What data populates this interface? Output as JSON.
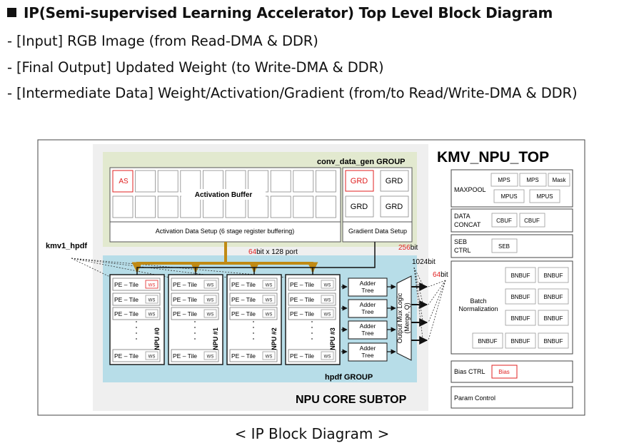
{
  "header": {
    "title": "IP(Semi-supervised Learning Accelerator) Top Level Block Diagram",
    "bullets": [
      "- [Input] RGB Image (from Read-DMA & DDR)",
      "- [Final Output] Updated Weight (to Write-DMA & DDR)",
      "- [Intermediate Data] Weight/Activation/Gradient (from/to Read/Write-DMA & DDR)"
    ]
  },
  "diagram": {
    "top_title": "KMV_NPU_TOP",
    "core_title": "NPU CORE SUBTOP",
    "conv_group_label": "conv_data_gen GROUP",
    "hpdf_group_label": "hpdf GROUP",
    "as_label": "AS",
    "activation_buffer_label": "Activation Buffer",
    "activation_setup_label": "Activation Data Setup (6 stage register buffering)",
    "grd_label": "GRD",
    "gradient_setup_label": "Gradient Data Setup",
    "kmv1_label": "kmv1_hpdf",
    "bus_64_prefix": "64",
    "bus_64_suffix": "bit x 128 port",
    "bus_256_prefix": "256",
    "bus_256_suffix": "bit",
    "bus_1024": "1024bit",
    "bus_64b_prefix": "64",
    "bus_64b_suffix": "bit",
    "pe_tile_label": "PE – Tile",
    "ws_label": "WS",
    "npus": [
      "NPU #0",
      "NPU #1",
      "NPU #2",
      "NPU #3"
    ],
    "adder_tree_label": [
      "Adder",
      "Tree"
    ],
    "mux_label": [
      "Output Mux Logic",
      "(Merge, Q)"
    ],
    "maxpool": {
      "label": "MAXPOOL",
      "cells_row1": [
        "MPS",
        "MPS",
        "Mask"
      ],
      "cells_row2": [
        "MPUS",
        "MPUS"
      ]
    },
    "data_concat": {
      "label": [
        "DATA",
        "CONCAT"
      ],
      "cells": [
        "CBUF",
        "CBUF"
      ]
    },
    "seb_ctrl": {
      "label": [
        "SEB",
        "CTRL"
      ],
      "cell": "SEB"
    },
    "batch_norm": {
      "label": [
        "Batch",
        "Normalization"
      ],
      "cell": "BNBUF"
    },
    "bias_ctrl": {
      "label": "Bias CTRL",
      "cell": "Bias"
    },
    "param_control": "Param Control"
  },
  "caption": "< IP Block Diagram >",
  "colors": {
    "green_group": "#e2e9cf",
    "blue_group": "#b7dde8",
    "bus_gold": "#c08a14",
    "red": "#e02020",
    "outer_bg": "#efefef"
  }
}
